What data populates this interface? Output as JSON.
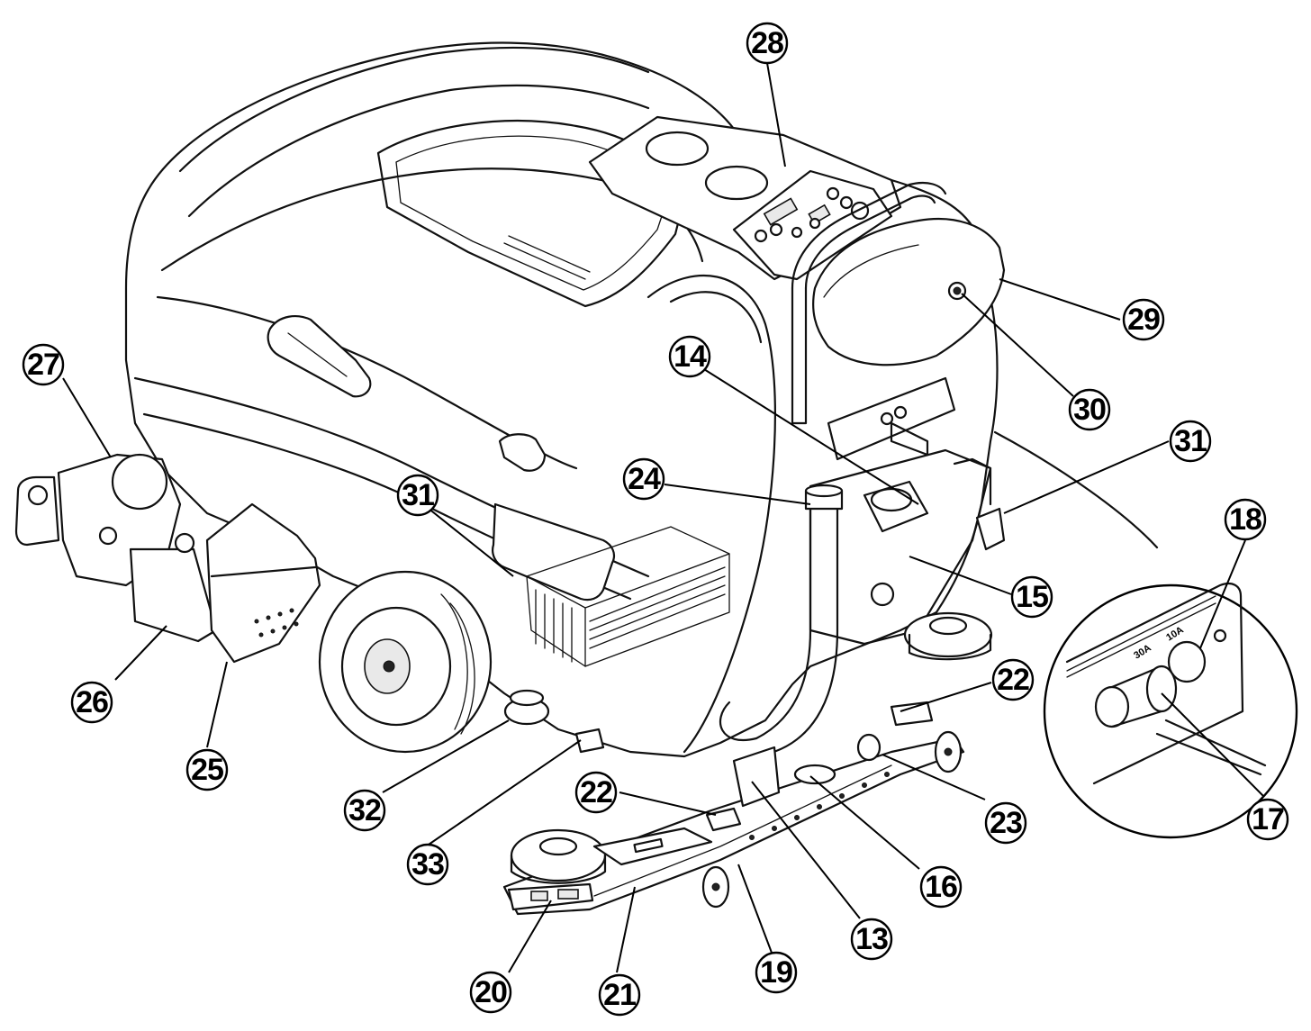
{
  "callouts": [
    {
      "label": "28"
    },
    {
      "label": "29"
    },
    {
      "label": "30"
    },
    {
      "label": "14"
    },
    {
      "label": "31"
    },
    {
      "label": "27"
    },
    {
      "label": "31"
    },
    {
      "label": "24"
    },
    {
      "label": "18"
    },
    {
      "label": "15"
    },
    {
      "label": "22"
    },
    {
      "label": "26"
    },
    {
      "label": "25"
    },
    {
      "label": "17"
    },
    {
      "label": "23"
    },
    {
      "label": "32"
    },
    {
      "label": "22"
    },
    {
      "label": "33"
    },
    {
      "label": "16"
    },
    {
      "label": "13"
    },
    {
      "label": "19"
    },
    {
      "label": "20"
    },
    {
      "label": "21"
    }
  ],
  "detail_inset": {
    "breaker_left_label": "30A",
    "breaker_right_label": "10A"
  }
}
